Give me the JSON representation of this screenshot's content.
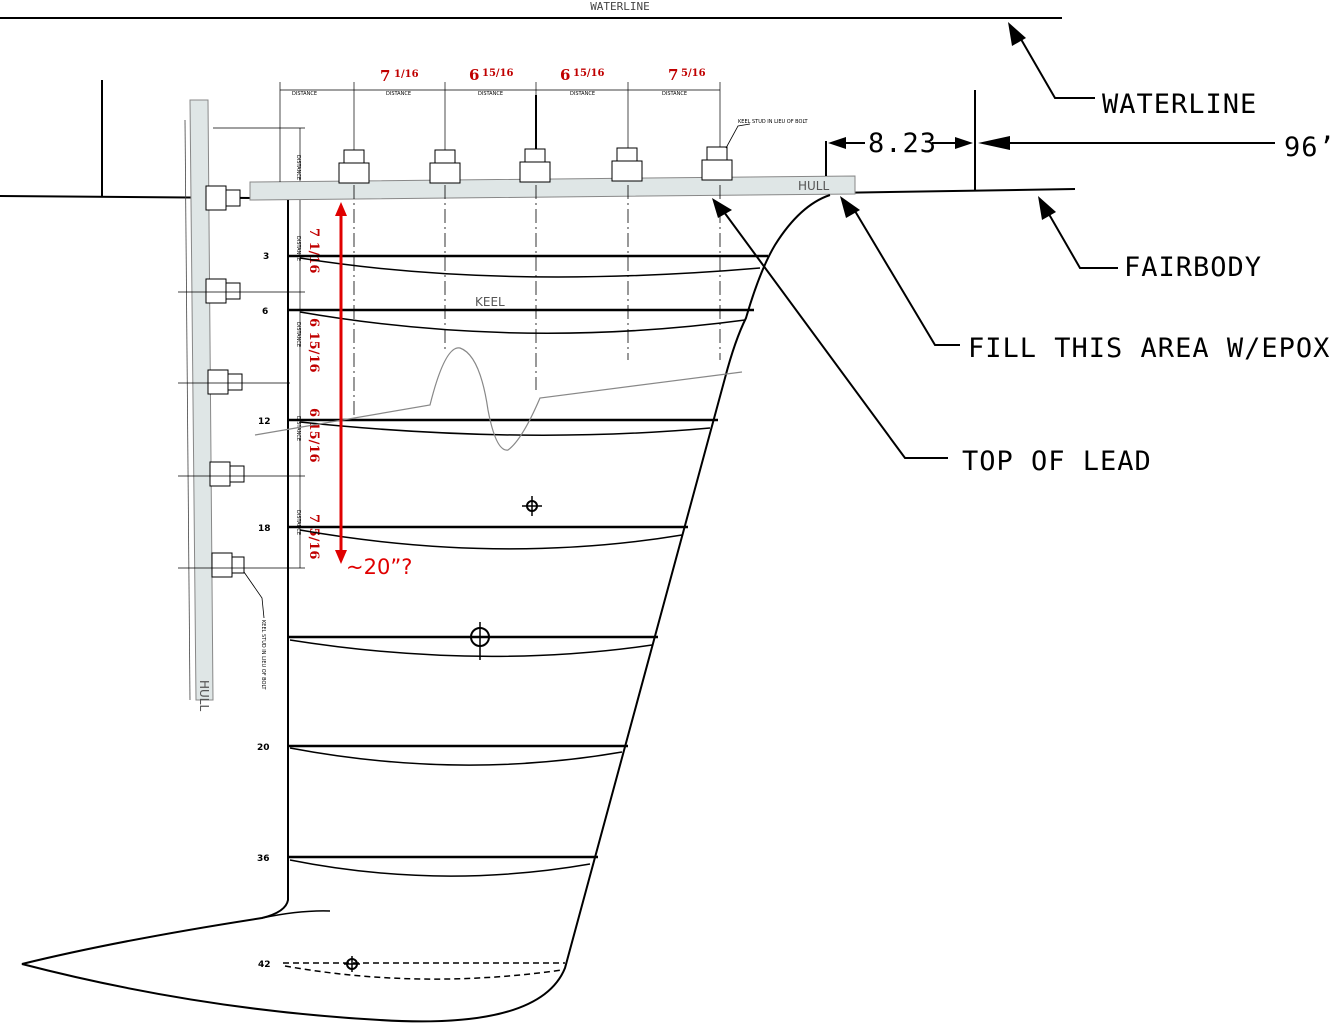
{
  "labels": {
    "waterline_top": "WATERLINE",
    "waterline": "WATERLINE",
    "fairbody": "FAIRBODY",
    "fill_area": "FILL THIS AREA W/EPOX",
    "top_of_lead": "TOP OF LEAD",
    "dim_823": "8.23",
    "dim_96": "96’",
    "hull_top": "HULL",
    "hull_side": "HULL",
    "keel": "KEEL",
    "keel_stud_top": "KEEL STUD IN LIEU OF BOLT",
    "keel_stud_side": "KEEL STUD IN LIEU OF BOLT",
    "estimate": "~20”?"
  },
  "top_spacings": [
    {
      "whole": "7",
      "frac": "1/16"
    },
    {
      "whole": "6",
      "frac": "15/16"
    },
    {
      "whole": "6",
      "frac": "15/16"
    },
    {
      "whole": "7",
      "frac": "5/16"
    }
  ],
  "side_spacings": [
    {
      "text": "7 1/16"
    },
    {
      "text": "6 15/16"
    },
    {
      "text": "6 15/16"
    },
    {
      "text": "7 5/16"
    }
  ],
  "distance_labels": [
    "DISTANCE",
    "DISTANCE",
    "DISTANCE",
    "DISTANCE",
    "DISTANCE"
  ],
  "side_distance_labels": [
    "DISTANCE",
    "DISTANCE",
    "DISTANCE",
    "DISTANCE",
    "DISTANCE"
  ],
  "stations": [
    "3",
    "6",
    "12",
    "18",
    "20",
    "36",
    "42"
  ],
  "colors": {
    "annotation_red": "#e00000",
    "hull_fill": "#dfe6e6",
    "line": "#000000"
  }
}
